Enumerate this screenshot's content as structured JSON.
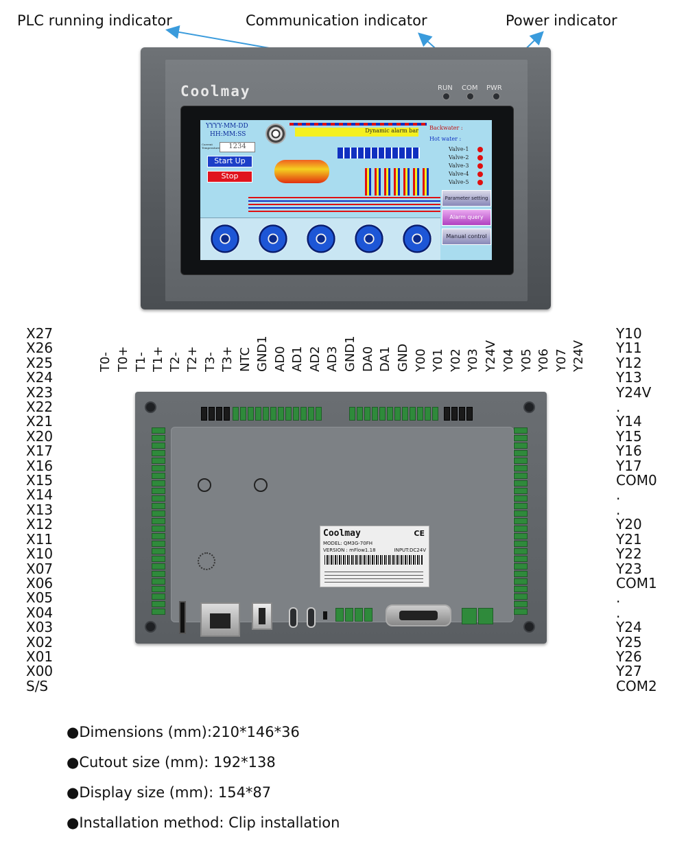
{
  "callouts": {
    "run": "PLC running indicator",
    "com": "Communication indicator",
    "pwr": "Power indicator"
  },
  "front_panel": {
    "brand": "Coolmay",
    "leds": [
      "RUN",
      "COM",
      "PWR"
    ],
    "screen": {
      "date": "YYYY-MM-DD",
      "time": "HH:MM:SS",
      "current_label": "Current Temperature",
      "current_value": "1234",
      "start_button": "Start Up",
      "stop_button": "Stop",
      "alarm_bar": "Dynamic alarm bar",
      "backwater": "Backwater :",
      "hot_water": "Hot water :",
      "valves": [
        "Valve-1",
        "Valve-2",
        "Valve-3",
        "Valve-4",
        "Valve-5"
      ],
      "menu": [
        "Parameter setting",
        "Alarm query",
        "Manual control"
      ]
    }
  },
  "left_pins": [
    "X27",
    "X26",
    "X25",
    "X24",
    "X23",
    "X22",
    "X21",
    "X20",
    "X17",
    "X16",
    "X15",
    "X14",
    "X13",
    "X12",
    "X11",
    "X10",
    "X07",
    "X06",
    "X05",
    "X04",
    "X03",
    "X02",
    "X01",
    "X00",
    "S/S"
  ],
  "right_pins": [
    "Y10",
    "Y11",
    "Y12",
    "Y13",
    "Y24V",
    ".",
    "Y14",
    "Y15",
    "Y16",
    "Y17",
    "COM0",
    ".",
    ".",
    "Y20",
    "Y21",
    "Y22",
    "Y23",
    "COM1",
    ".",
    ".",
    "Y24",
    "Y25",
    "Y26",
    "Y27",
    "COM2"
  ],
  "top_pins": [
    "T0-",
    "T0+",
    "T1-",
    "T1+",
    "T2-",
    "T2+",
    "T3-",
    "T3+",
    "NTC",
    "GND1",
    "AD0",
    "AD1",
    "AD2",
    "AD3",
    "GND1",
    "DA0",
    "DA1",
    "GND",
    "Y00",
    "Y01",
    "Y02",
    "Y03",
    "Y24V",
    "Y04",
    "Y05",
    "Y06",
    "Y07",
    "Y24V"
  ],
  "back_panel": {
    "brand": "Coolmay",
    "model": "MODEL: QM3G-70FH",
    "version": "VERSION : mFlow1.18",
    "input": "INPUT:DC24V"
  },
  "specs": [
    "●Dimensions (mm):210*146*36",
    "●Cutout size (mm): 192*138",
    "●Display size (mm): 154*87",
    "●Installation method: Clip installation"
  ]
}
